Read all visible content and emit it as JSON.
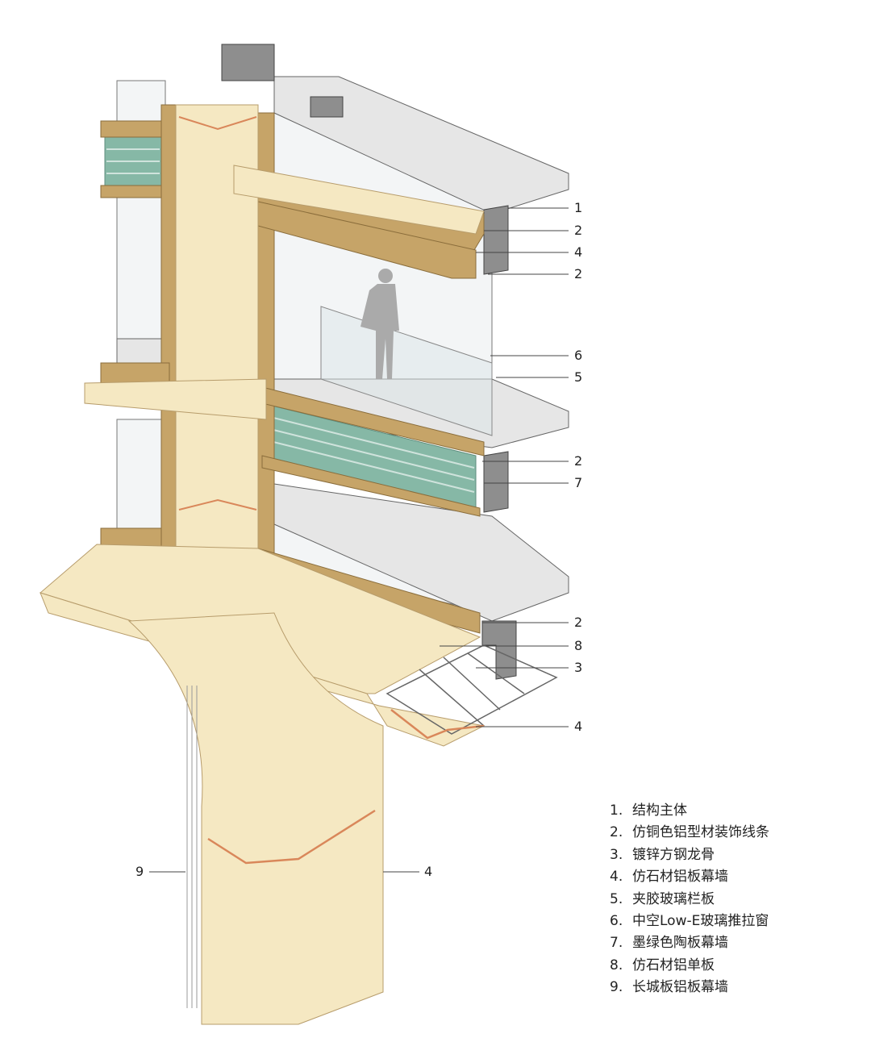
{
  "callouts_right": [
    {
      "num": "1"
    },
    {
      "num": "2"
    },
    {
      "num": "4"
    },
    {
      "num": "2"
    },
    {
      "num": "6"
    },
    {
      "num": "5"
    },
    {
      "num": "2"
    },
    {
      "num": "7"
    },
    {
      "num": "2"
    },
    {
      "num": "8"
    },
    {
      "num": "3"
    },
    {
      "num": "4"
    }
  ],
  "callouts_bottom": [
    {
      "num": "9"
    },
    {
      "num": "4"
    }
  ],
  "legend": [
    {
      "num": "1.",
      "label": "结构主体"
    },
    {
      "num": "2.",
      "label": "仿铜色铝型材装饰线条"
    },
    {
      "num": "3.",
      "label": "镀锌方钢龙骨"
    },
    {
      "num": "4.",
      "label": "仿石材铝板幕墙"
    },
    {
      "num": "5.",
      "label": "夹胶玻璃栏板"
    },
    {
      "num": "6.",
      "label": "中空Low-E玻璃推拉窗"
    },
    {
      "num": "7.",
      "label": "墨绿色陶板幕墙"
    },
    {
      "num": "8.",
      "label": "仿石材铝单板"
    },
    {
      "num": "9.",
      "label": "长城板铝板幕墙"
    }
  ],
  "colors": {
    "stone": "#f5e8c2",
    "bronze": "#c6a468",
    "green": "#86b8a6",
    "concrete": "#8e8e8e",
    "glass": "#f3f5f6",
    "copper": "#d9875a"
  }
}
